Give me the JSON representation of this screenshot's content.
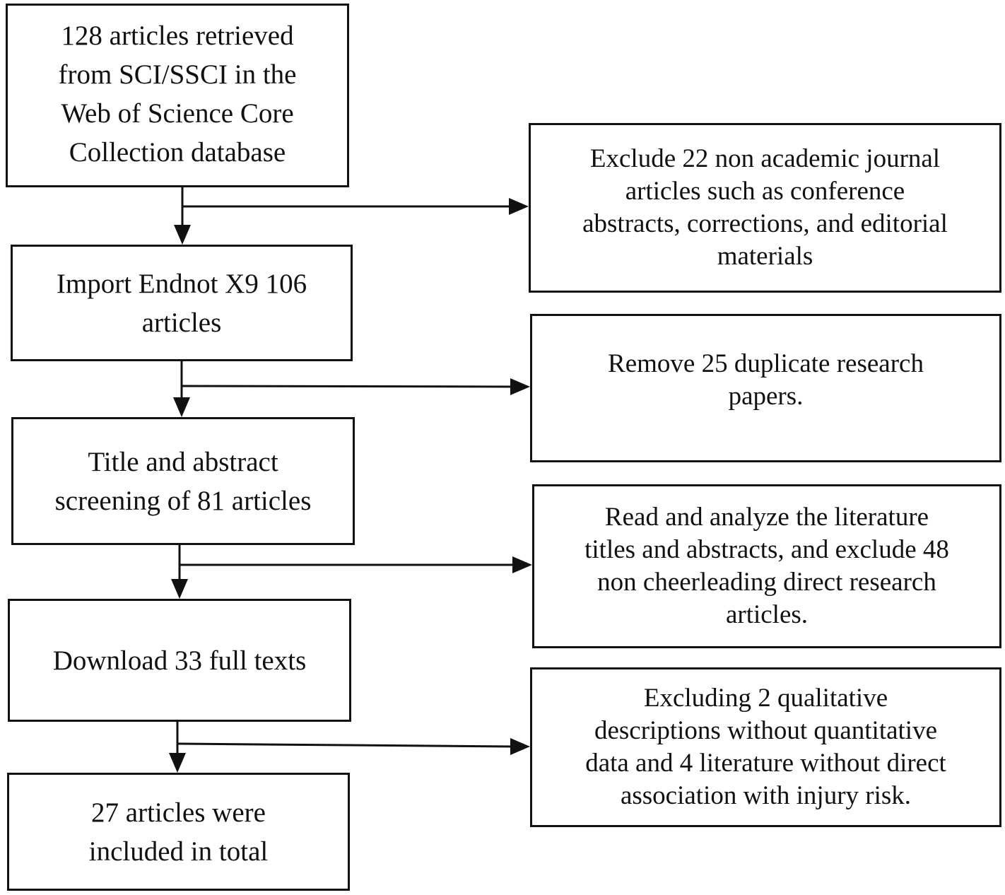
{
  "flow": {
    "steps": [
      {
        "label": "128 articles retrieved\nfrom SCI/SSCI in the\nWeb of Science Core\nCollection database"
      },
      {
        "label": "Import Endnot X9 106\narticles"
      },
      {
        "label": "Title and abstract\nscreening of 81 articles"
      },
      {
        "label": "Download 33 full texts"
      },
      {
        "label": "27 articles were\nincluded in total"
      }
    ],
    "exclusions": [
      {
        "label": "Exclude 22 non academic journal\narticles such as conference\nabstracts, corrections, and editorial\nmaterials"
      },
      {
        "label": "Remove 25 duplicate research\npapers."
      },
      {
        "label": "Read and analyze the literature\ntitles and abstracts, and exclude 48\nnon cheerleading direct research\narticles."
      },
      {
        "label": "Excluding 2 qualitative\ndescriptions without quantitative\ndata and 4 literature without direct\nassociation with injury risk."
      }
    ]
  }
}
